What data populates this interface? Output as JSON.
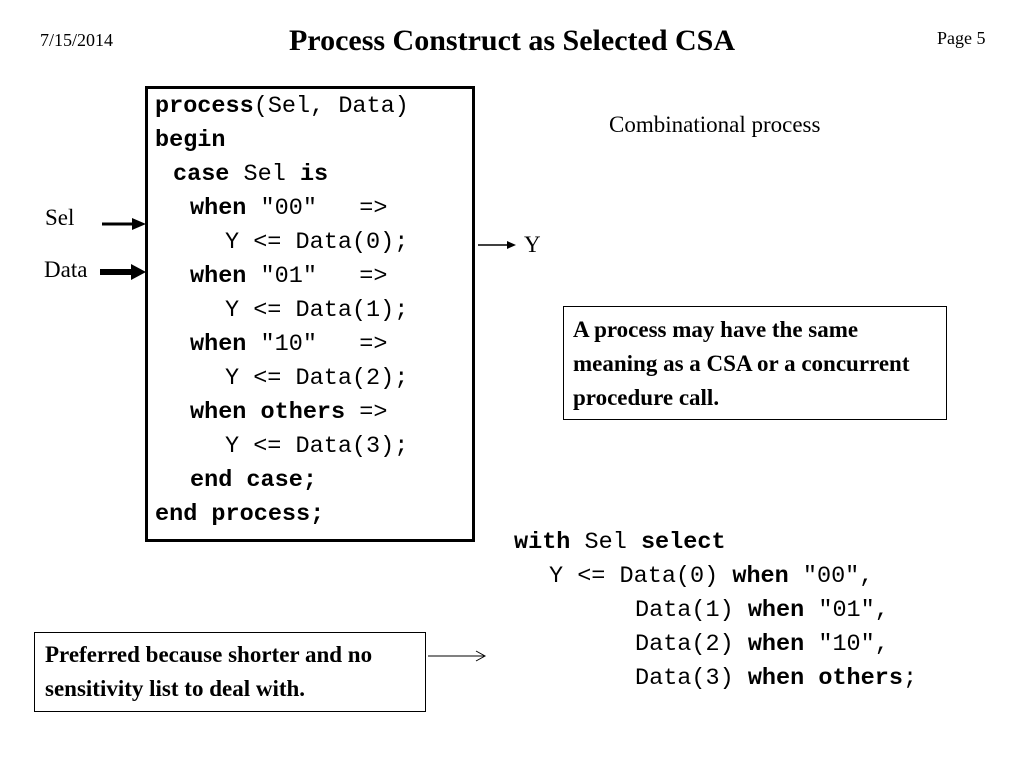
{
  "header": {
    "date": "7/15/2014",
    "title": "Process Construct as Selected CSA",
    "page": "Page 5"
  },
  "process_code": {
    "line1": {
      "kw": "process",
      "rest": "(Sel, Data)"
    },
    "line2": {
      "kw": "begin"
    },
    "line3": {
      "kw1": "case",
      "mid": " Sel ",
      "kw2": "is"
    },
    "line4": {
      "kw": "when",
      "rest": " \"00\"   =>"
    },
    "line5": {
      "text": "Y <= Data(0);"
    },
    "line6": {
      "kw": "when",
      "rest": " \"01\"   =>"
    },
    "line7": {
      "text": "Y <= Data(1);"
    },
    "line8": {
      "kw": "when",
      "rest": " \"10\"   =>"
    },
    "line9": {
      "text": "Y <= Data(2);"
    },
    "line10": {
      "kw": "when others",
      "rest": " =>"
    },
    "line11": {
      "text": "Y <= Data(3);"
    },
    "line12": {
      "kw": "end case;"
    },
    "line13": {
      "kw": "end process;"
    }
  },
  "labels": {
    "combinational": "Combinational process",
    "sel": "Sel",
    "data": "Data",
    "y": "Y"
  },
  "note": "A process may have the same meaning as a CSA or a concurrent procedure call.",
  "preferred": "Preferred because shorter and no sensitivity list to deal with.",
  "csa_code": {
    "line1": {
      "kw1": "with",
      "mid": " Sel ",
      "kw2": "select"
    },
    "line2": {
      "pre": "Y <= Data(0) ",
      "kw": "when",
      "rest": " \"00\","
    },
    "line3": {
      "pre": "Data(1) ",
      "kw": "when",
      "rest": " \"01\","
    },
    "line4": {
      "pre": "Data(2) ",
      "kw": "when",
      "rest": " \"10\","
    },
    "line5": {
      "pre": "Data(3) ",
      "kw": "when others",
      "rest": ";"
    }
  }
}
